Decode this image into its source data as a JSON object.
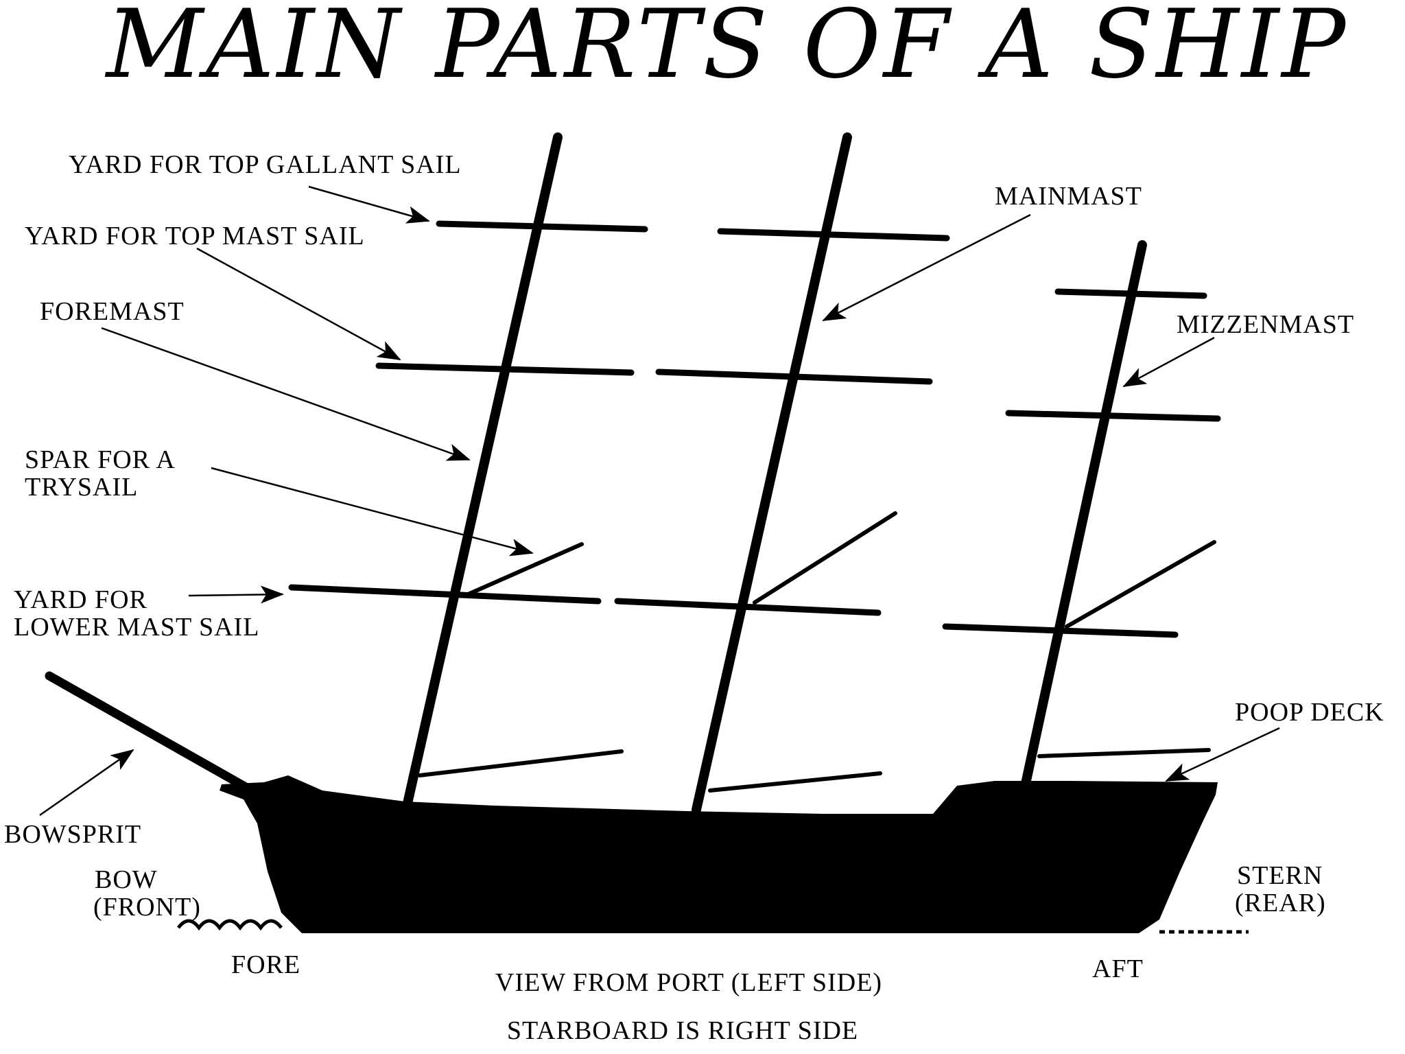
{
  "title": "MAIN PARTS OF A SHIP",
  "labels": {
    "yard_top_gallant": "YARD FOR TOP GALLANT SAIL",
    "yard_top_mast": "YARD FOR TOP MAST SAIL",
    "foremast": "FOREMAST",
    "spar_trysail_line1": "SPAR FOR A",
    "spar_trysail_line2": "TRYSAIL",
    "yard_lower_line1": "YARD FOR",
    "yard_lower_line2": "LOWER MAST SAIL",
    "mainmast": "MAINMAST",
    "mizzenmast": "MIZZENMAST",
    "poop_deck": "POOP DECK",
    "bowsprit": "BOWSPRIT",
    "bow_line1": "BOW",
    "bow_line2": "(FRONT)",
    "stern_line1": "STERN",
    "stern_line2": "(REAR)",
    "fore": "FORE",
    "aft": "AFT",
    "view_caption": "VIEW FROM PORT (LEFT SIDE)",
    "starboard_caption": "STARBOARD IS RIGHT SIDE"
  }
}
